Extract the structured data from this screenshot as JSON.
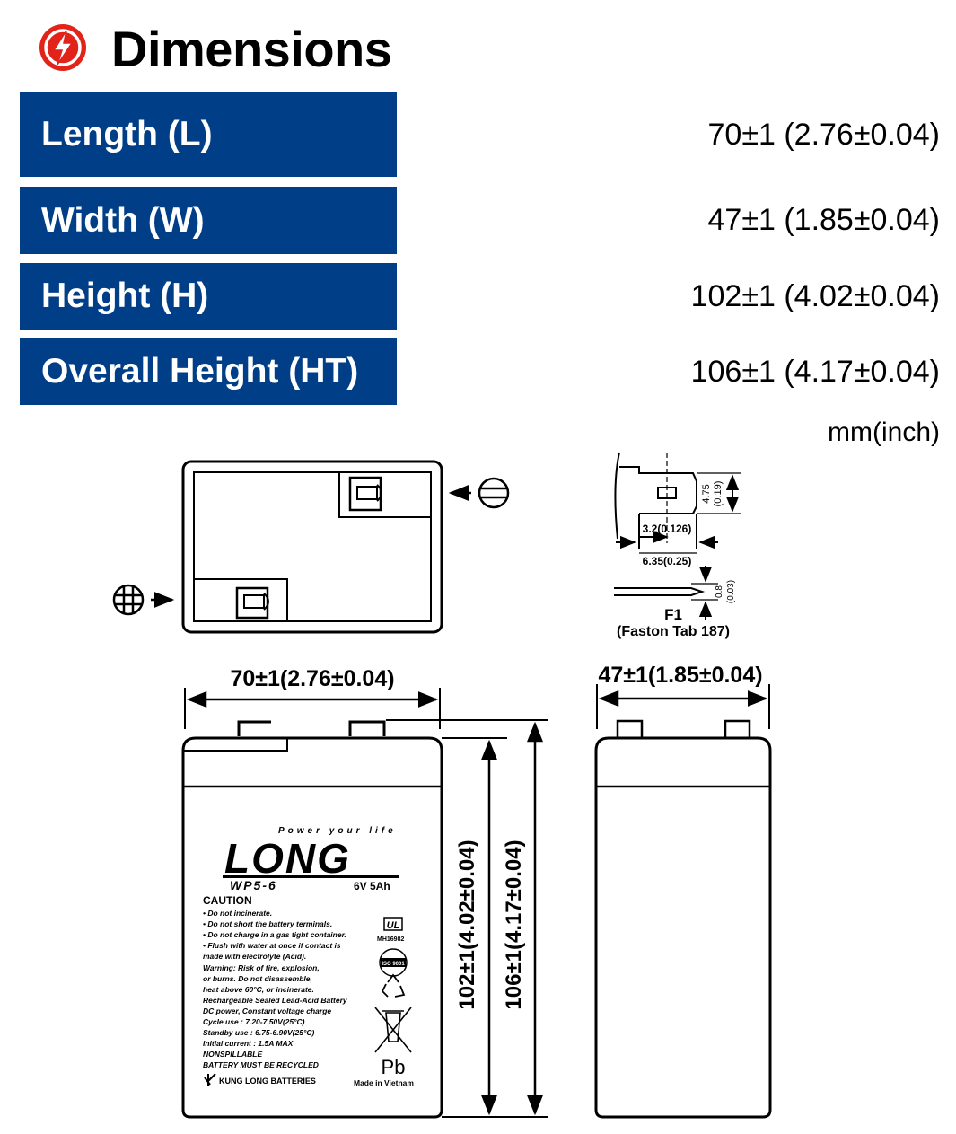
{
  "header": {
    "title": "Dimensions",
    "icon": "lightning-bolt-icon"
  },
  "dimensions": [
    {
      "label": "Length (L)",
      "value": "70±1 (2.76±0.04)"
    },
    {
      "label": "Width (W)",
      "value": "47±1 (1.85±0.04)"
    },
    {
      "label": "Height (H)",
      "value": "102±1 (4.02±0.04)"
    },
    {
      "label": "Overall Height (HT)",
      "value": "106±1 (4.17±0.04)"
    }
  ],
  "unit": "mm(inch)",
  "colors": {
    "label_bg": "#003f87",
    "icon_red": "#e2231a",
    "label_text": "#ffffff"
  },
  "terminal_detail": {
    "tab_name": "F1",
    "tab_type": "(Faston Tab 187)",
    "dim_height": "4.75",
    "dim_height_inch": "(0.19)",
    "dim_hole": "3.2(0.126)",
    "dim_width": "6.35(0.25)",
    "dim_thickness": "0.8",
    "dim_thickness_inch": "(0.03)"
  },
  "front_view": {
    "length_label": "70±1(2.76±0.04)",
    "height_label": "102±1(4.02±0.04)",
    "overall_height_label": "106±1(4.17±0.04)"
  },
  "side_view": {
    "width_label": "47±1(1.85±0.04)"
  },
  "battery_label": {
    "brand": "LONG",
    "tagline": "Power your life",
    "model": "WP5-6",
    "rating": "6V 5Ah",
    "caution_title": "CAUTION",
    "caution_lines": [
      "• Do not incinerate.",
      "• Do not short the battery terminals.",
      "• Do not charge in a gas tight container.",
      "• Flush with water at once if contact is",
      "  made with electrolyte (Acid)."
    ],
    "warning_lines": [
      "Warning: Risk of fire, explosion,",
      "or burns. Do not disassemble,",
      "heat above 60°C, or incinerate."
    ],
    "spec_lines": [
      "Rechargeable Sealed Lead-Acid Battery",
      "DC power, Constant voltage charge",
      "Cycle  use : 7.20-7.50V(25°C)",
      "Standby use : 6.75-6.90V(25°C)",
      "Initial current : 1.5A MAX",
      "NONSPILLABLE",
      "BATTERY MUST BE RECYCLED"
    ],
    "ul_mark": "UL",
    "ul_number": "MH16982",
    "iso_mark": "ISO 9001",
    "pb_mark": "Pb",
    "manufacturer": "KUNG LONG BATTERIES",
    "origin": "Made in Vietnam"
  }
}
